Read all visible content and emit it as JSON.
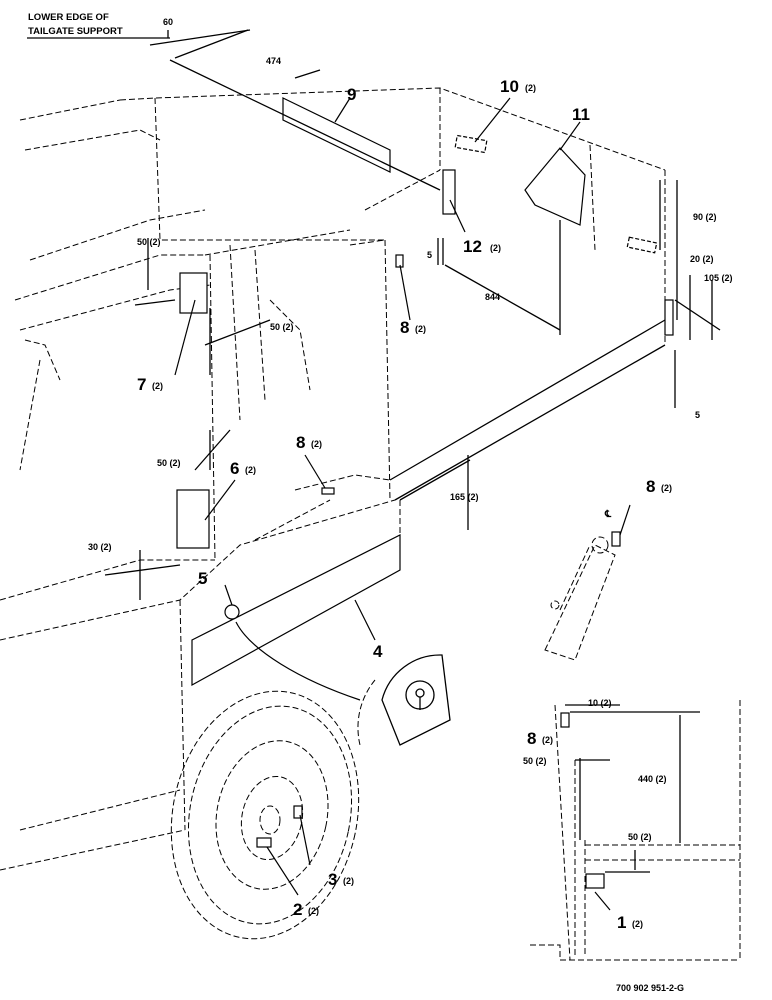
{
  "header_note": {
    "line1": "LOWER EDGE OF",
    "line2": "TAILGATE SUPPORT"
  },
  "dimensions": {
    "d60": "60",
    "d474": "474",
    "d50_upper": "50 (2)",
    "d50_mid": "50 (2)",
    "d50_lower": "50 (2)",
    "d30": "30 (2)",
    "d5_left": "5",
    "d844": "844",
    "d165": "165 (2)",
    "d90": "90 (2)",
    "d20": "20 (2)",
    "d105": "105 (2)",
    "d5_right": "5",
    "inset_d10": "10 (2)",
    "inset_d50_side": "50 (2)",
    "inset_d440": "440 (2)",
    "inset_d50_bottom": "50 (2)"
  },
  "callouts": {
    "c1": {
      "num": "1",
      "qty": "(2)"
    },
    "c2": {
      "num": "2",
      "qty": "(2)"
    },
    "c3": {
      "num": "3",
      "qty": "(2)"
    },
    "c4": {
      "num": "4"
    },
    "c5": {
      "num": "5"
    },
    "c6": {
      "num": "6",
      "qty": "(2)"
    },
    "c7": {
      "num": "7",
      "qty": "(2)"
    },
    "c8a": {
      "num": "8",
      "qty": "(2)"
    },
    "c8b": {
      "num": "8",
      "qty": "(2)"
    },
    "c8c": {
      "num": "8",
      "qty": "(2)"
    },
    "c8d": {
      "num": "8",
      "qty": "(2)"
    },
    "c9": {
      "num": "9"
    },
    "c10": {
      "num": "10",
      "qty": "(2)"
    },
    "c11": {
      "num": "11"
    },
    "c12": {
      "num": "12",
      "qty": "(2)"
    }
  },
  "centerline_symbol": "℄",
  "drawing_number": "700 902 951-2-G"
}
